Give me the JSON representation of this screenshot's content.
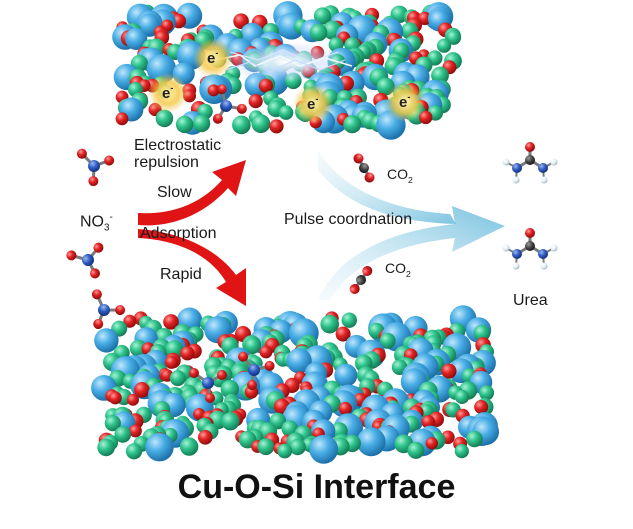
{
  "labels": {
    "electrostatic": "Electrostatic",
    "repulsion": "repulsion",
    "slow": "Slow",
    "no3_main": "NO",
    "no3_sub": "3",
    "no3_sup": "-",
    "adsorption": "Adsorption",
    "rapid": "Rapid",
    "pulse": "Pulse coordnation",
    "co2_main": "CO",
    "co2_sub": "2",
    "urea": "Urea",
    "title": "Cu-O-Si Interface",
    "electron": "e",
    "electron_sup": "-"
  },
  "colors": {
    "cu_atom": "#3aa0dc",
    "o_atom": "#d81e1e",
    "si_atom": "#2ec48c",
    "n_atom": "#2f5fc4",
    "c_atom": "#444444",
    "h_atom": "#e6eef2",
    "red_arrow": "#e01414",
    "blue_arrow": "#7fc6e2"
  }
}
